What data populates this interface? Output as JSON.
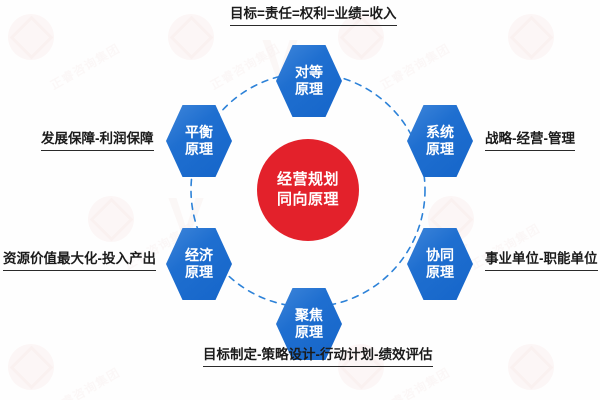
{
  "diagram": {
    "center": {
      "lines": [
        "经营规划",
        "同向原理"
      ],
      "color": "#e3212b"
    },
    "node_color": "#1f6fd0",
    "nodes": [
      {
        "id": "duideng",
        "lines": [
          "对等",
          "原理"
        ],
        "caption": "目标=责任=权利=业绩=收入"
      },
      {
        "id": "xitong",
        "lines": [
          "系统",
          "原理"
        ],
        "caption": "战略-经营-管理"
      },
      {
        "id": "xietong",
        "lines": [
          "协同",
          "原理"
        ],
        "caption": "事业单位-职能单位"
      },
      {
        "id": "jujiao",
        "lines": [
          "聚焦",
          "原理"
        ],
        "caption": "目标制定-策略设计-行动计划-绩效评估"
      },
      {
        "id": "jingji",
        "lines": [
          "经济",
          "原理"
        ],
        "caption": "资源价值最大化-投入产出"
      },
      {
        "id": "pingheng",
        "lines": [
          "平衡",
          "原理"
        ],
        "caption": "发展保障-利润保障"
      }
    ],
    "watermark": {
      "text": "正睿咨询集团",
      "letter": "V"
    }
  }
}
